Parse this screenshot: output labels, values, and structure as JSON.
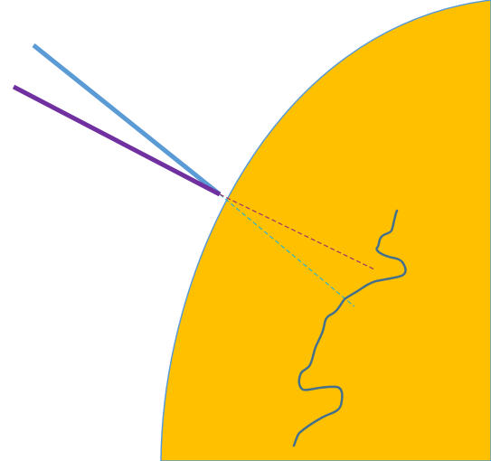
{
  "colors": {
    "background": "#ffffff",
    "sphere_fill": "#FFC000",
    "sphere_outline": "#5B9BD5",
    "blue_ray": "#5B9BD5",
    "purple_ray": "#7030A0",
    "blue_dashed": "#2EB4C8",
    "purple_dashed": "#A0306A",
    "wavy_curve": "#44708C"
  },
  "elements": {
    "sphere": "orange-sphere",
    "incident_rays": [
      "blue-incident-ray",
      "purple-incident-ray"
    ],
    "refracted_rays": [
      "blue-refracted-dashed-ray",
      "purple-refracted-dashed-ray"
    ],
    "curve": "wavy-curve"
  }
}
